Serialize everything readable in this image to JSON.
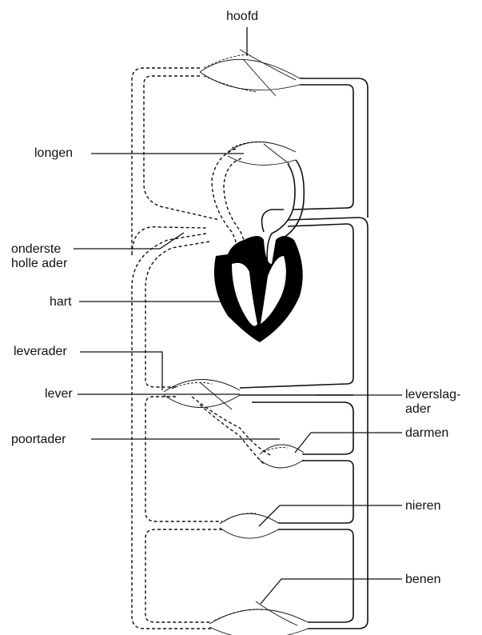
{
  "labels": {
    "hoofd": "hoofd",
    "longen": "longen",
    "onderste_line1": "onderste",
    "onderste_line2": "holle ader",
    "hart": "hart",
    "leverader": "leverader",
    "lever": "lever",
    "poortader": "poortader",
    "leverslag_line1": "leverslag-",
    "leverslag_line2": "ader",
    "darmen": "darmen",
    "nieren": "nieren",
    "benen": "benen"
  }
}
